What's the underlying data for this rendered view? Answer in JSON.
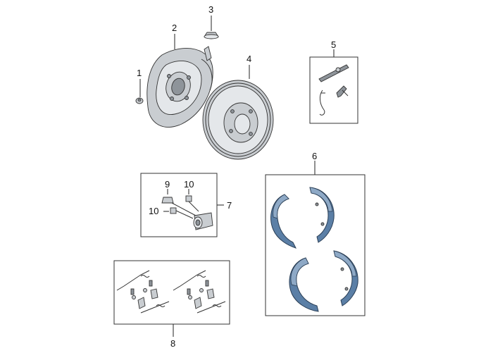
{
  "diagram": {
    "callouts": {
      "c1": "1",
      "c2": "2",
      "c3": "3",
      "c4": "4",
      "c5": "5",
      "c6": "6",
      "c7": "7",
      "c8": "8",
      "c9": "9",
      "c10a": "10",
      "c10b": "10"
    },
    "colors": {
      "shoe": "#5b7fa6",
      "metal": "#c9cdd1",
      "line": "#333333"
    }
  }
}
